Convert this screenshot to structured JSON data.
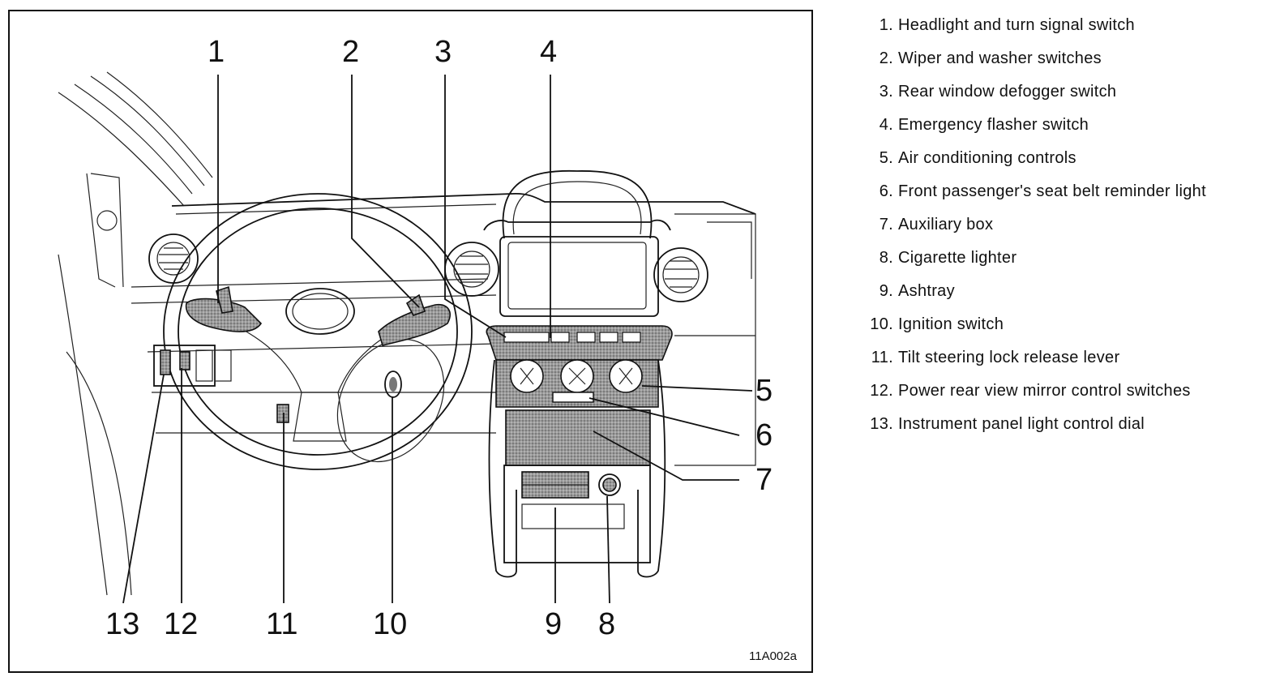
{
  "figure": {
    "code": "11A002a",
    "callouts": [
      "1",
      "2",
      "3",
      "4",
      "5",
      "6",
      "7",
      "8",
      "9",
      "10",
      "11",
      "12",
      "13"
    ]
  },
  "legend": [
    {
      "num": "1.",
      "text": "Headlight and turn signal switch"
    },
    {
      "num": "2.",
      "text": "Wiper and washer switches"
    },
    {
      "num": "3.",
      "text": "Rear window defogger switch"
    },
    {
      "num": "4.",
      "text": "Emergency flasher switch"
    },
    {
      "num": "5.",
      "text": "Air conditioning controls"
    },
    {
      "num": "6.",
      "text": "Front passenger's seat belt reminder light"
    },
    {
      "num": "7.",
      "text": "Auxiliary box"
    },
    {
      "num": "8.",
      "text": "Cigarette lighter"
    },
    {
      "num": "9.",
      "text": "Ashtray"
    },
    {
      "num": "10.",
      "text": "Ignition switch"
    },
    {
      "num": "11.",
      "text": "Tilt steering lock release lever"
    },
    {
      "num": "12.",
      "text": "Power rear view mirror control switches"
    },
    {
      "num": "13.",
      "text": "Instrument panel light control dial"
    }
  ]
}
